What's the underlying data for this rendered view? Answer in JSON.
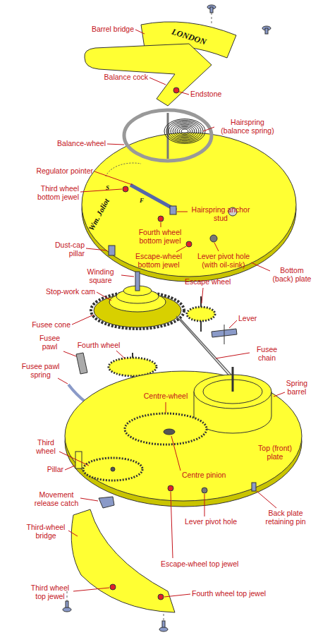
{
  "diagram": {
    "labels": [
      "Barrel bridge",
      "Balance cock",
      "Endstone",
      "Hairspring (balance spring)",
      "Balance-wheel",
      "Regulator pointer",
      "Third wheel bottom jewel",
      "Hairspring anchor stud",
      "Fourth wheel bottom jewel",
      "Dust-cap pillar",
      "Lever pivot hole (with oil-sink)",
      "Bottom (back) plate",
      "Escape-wheel bottom jewel",
      "Winding square",
      "Stop-work cam",
      "Escape wheel",
      "Lever",
      "Fusee cone",
      "Fusee pawl",
      "Fourth wheel",
      "Fusee chain",
      "Fusee pawl spring",
      "Centre-wheel",
      "Spring barrel",
      "Third wheel",
      "Pillar",
      "Centre pinion",
      "Top (front) plate",
      "Back plate retaining pin",
      "Movement release catch",
      "Lever pivot hole",
      "Third-wheel bridge",
      "Escape-wheel top jewel",
      "Fourth wheel top jewel",
      "Third wheel top jewel",
      "LONDON",
      "Wm. Joliot",
      "S",
      "F"
    ]
  }
}
